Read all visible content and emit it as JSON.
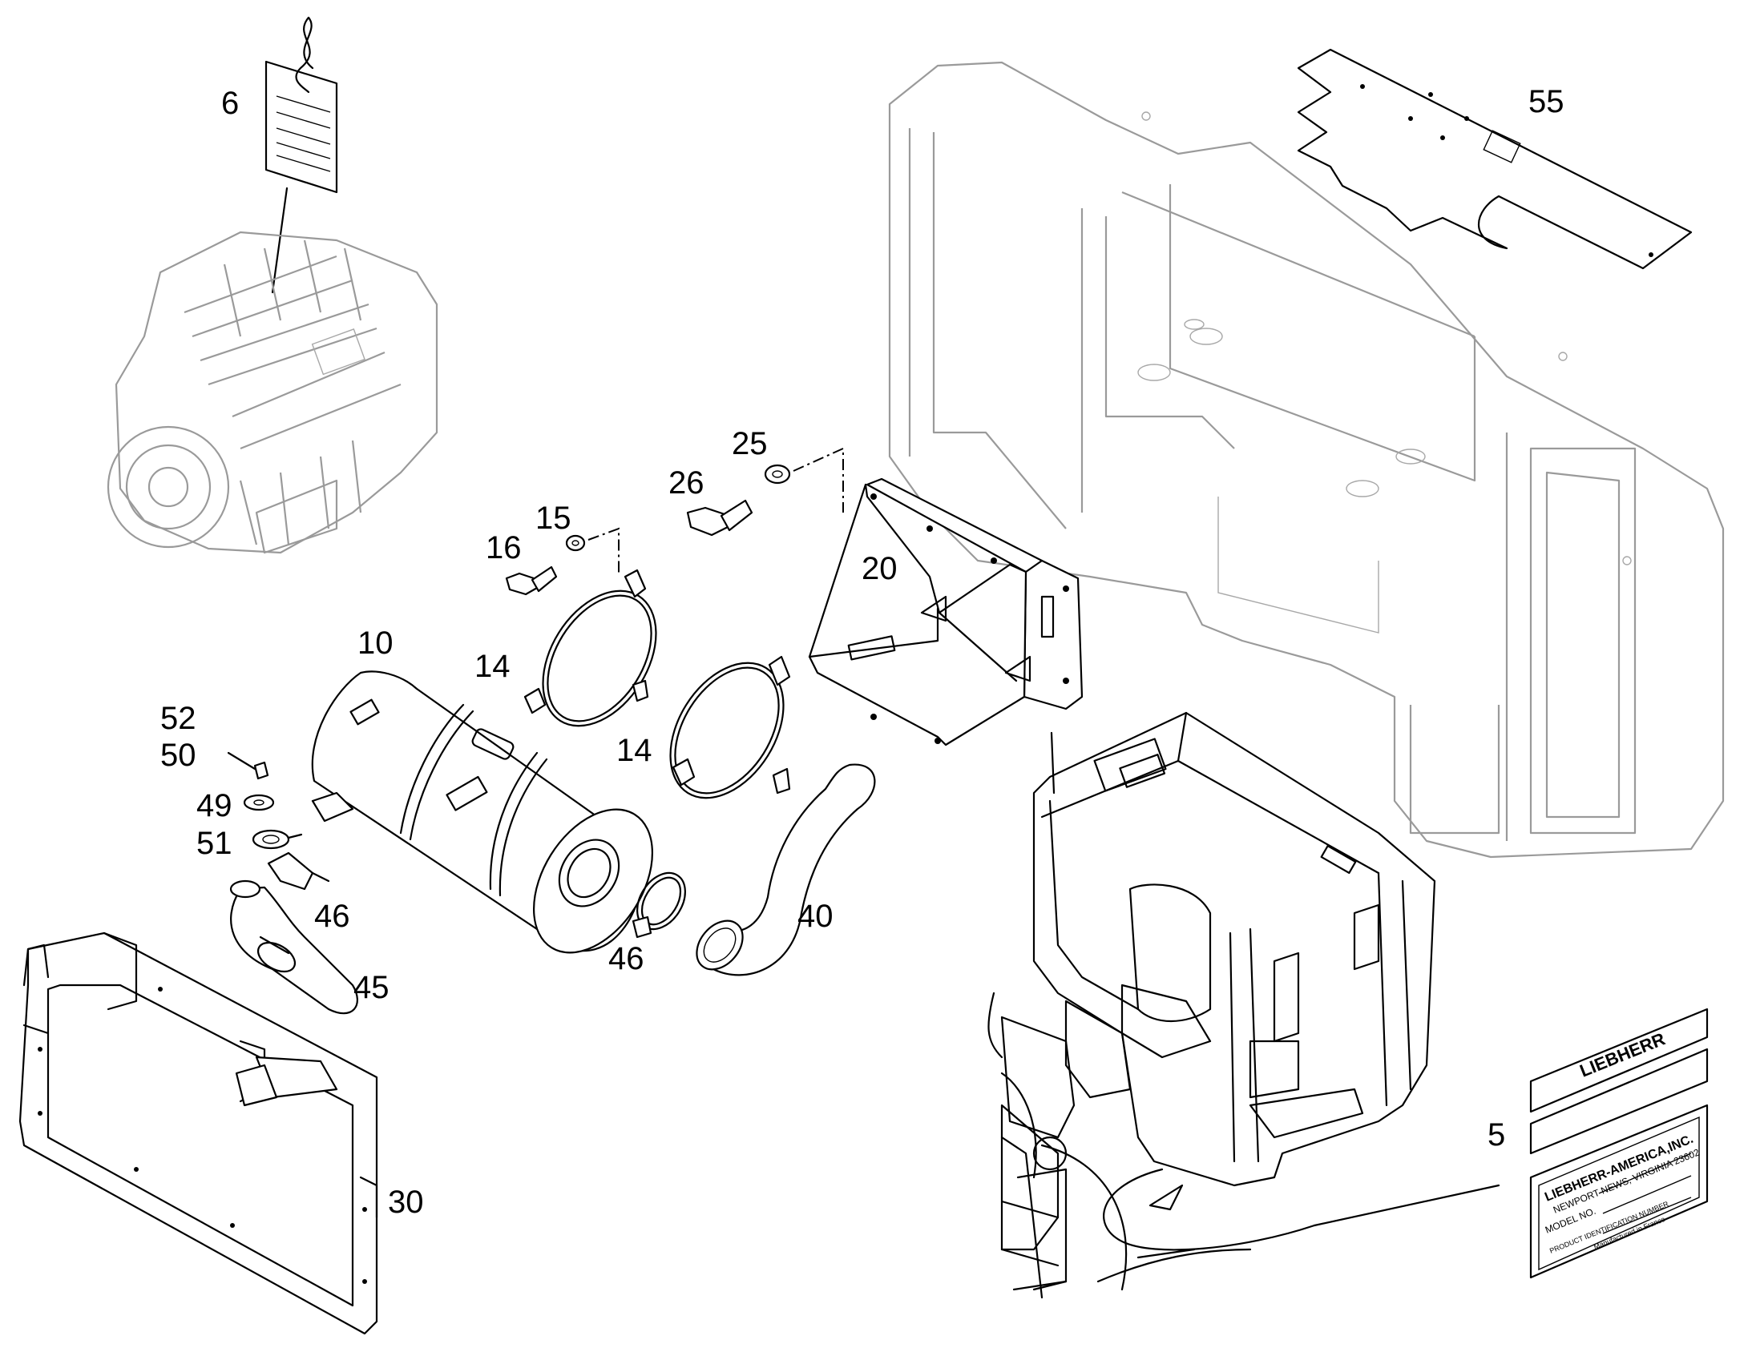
{
  "diagram": {
    "callouts": [
      {
        "id": "c6",
        "text": "6"
      },
      {
        "id": "c55",
        "text": "55"
      },
      {
        "id": "c25",
        "text": "25"
      },
      {
        "id": "c26",
        "text": "26"
      },
      {
        "id": "c15",
        "text": "15"
      },
      {
        "id": "c16",
        "text": "16"
      },
      {
        "id": "c20",
        "text": "20"
      },
      {
        "id": "c10",
        "text": "10"
      },
      {
        "id": "c14a",
        "text": "14"
      },
      {
        "id": "c14b",
        "text": "14"
      },
      {
        "id": "c52",
        "text": "52"
      },
      {
        "id": "c50",
        "text": "50"
      },
      {
        "id": "c49",
        "text": "49"
      },
      {
        "id": "c51",
        "text": "51"
      },
      {
        "id": "c46a",
        "text": "46"
      },
      {
        "id": "c46b",
        "text": "46"
      },
      {
        "id": "c40",
        "text": "40"
      },
      {
        "id": "c45",
        "text": "45"
      },
      {
        "id": "c30",
        "text": "30"
      },
      {
        "id": "c5",
        "text": "5"
      }
    ],
    "plates": {
      "brand": "LIEBHERR",
      "company": "LIEBHERR-AMERICA,INC.",
      "address": "NEWPORT NEWS, VIRGINIA 23602",
      "field1": "MODEL NO.",
      "field2": "PRODUCT IDENTIFICATION NUMBER",
      "field3": "Manufactured in France"
    }
  }
}
